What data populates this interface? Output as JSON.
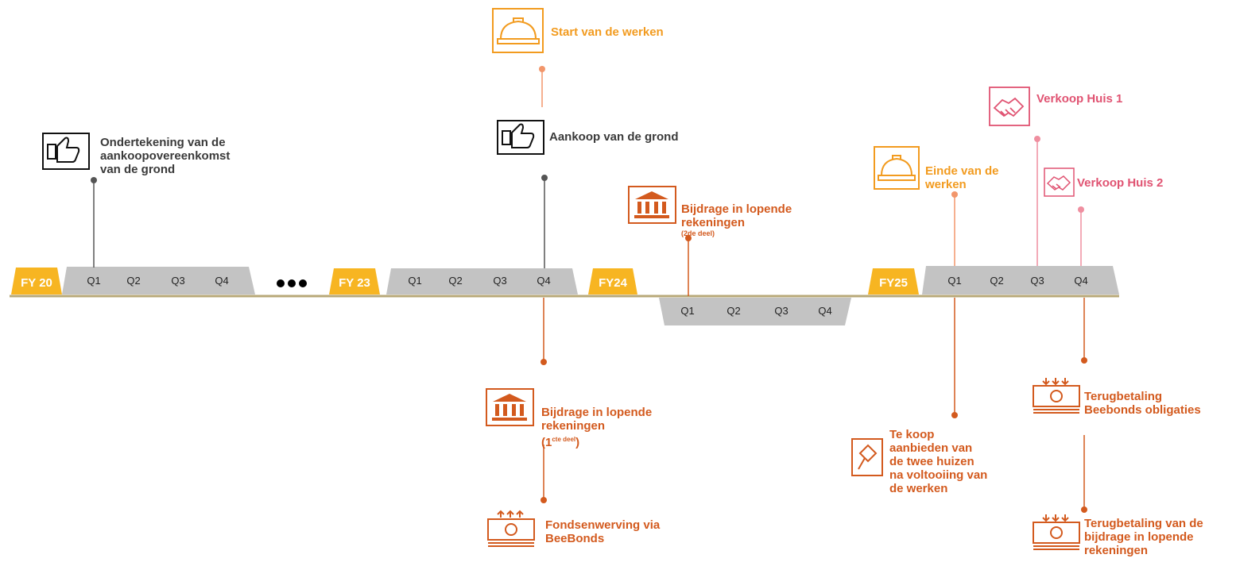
{
  "years": {
    "fy20": "FY 20",
    "fy23": "FY 23",
    "fy24": "FY24",
    "fy25": "FY25"
  },
  "quarters": {
    "q1": "Q1",
    "q2": "Q2",
    "q3": "Q3",
    "q4": "Q4"
  },
  "events": {
    "signing": "Ondertekening van de\naankoopovereenkomst\nvan de grond",
    "start_works": "Start van de werken",
    "purchase_land": "Aankoop van de grond",
    "contribution_2": "Bijdrage in lopende\nrekeningen",
    "contribution_2_note": "(2de deel)",
    "end_works": "Einde van de\nwerken",
    "sale_house_1": "Verkoop Huis 1",
    "sale_house_2": "Verkoop Huis 2",
    "contribution_1": "Bijdrage in lopende\nrekeningen",
    "contribution_1_note_pre": "(1",
    "contribution_1_note_sup": "cte deel",
    "contribution_1_note_post": ")",
    "fundraising": "Fondsenwerving  via\nBeeBonds",
    "for_sale": "Te koop\naanbieden van\nde twee huizen\nna voltooiing van\nde werken",
    "repay_bonds": "Terugbetaling\nBeebonds obligaties",
    "repay_contribution": "Terugbetaling van de\nbijdrage in lopende\nrekeningen"
  },
  "colors": {
    "year_tab": "#f7b522",
    "quarter_band": "#c3c3c3",
    "axis": "#b8a978",
    "dark": "#3a3a3a",
    "orange": "#f29b1f",
    "rust": "#d35a1e",
    "pink": "#e05372",
    "salmon": "#f2966b"
  },
  "icons": {
    "thumbs_up": "thumbs-up-icon",
    "hard_hat": "hard-hat-icon",
    "bank": "bank-icon",
    "handshake": "handshake-icon",
    "money": "money-icon",
    "hammer": "hammer-sign-icon"
  }
}
